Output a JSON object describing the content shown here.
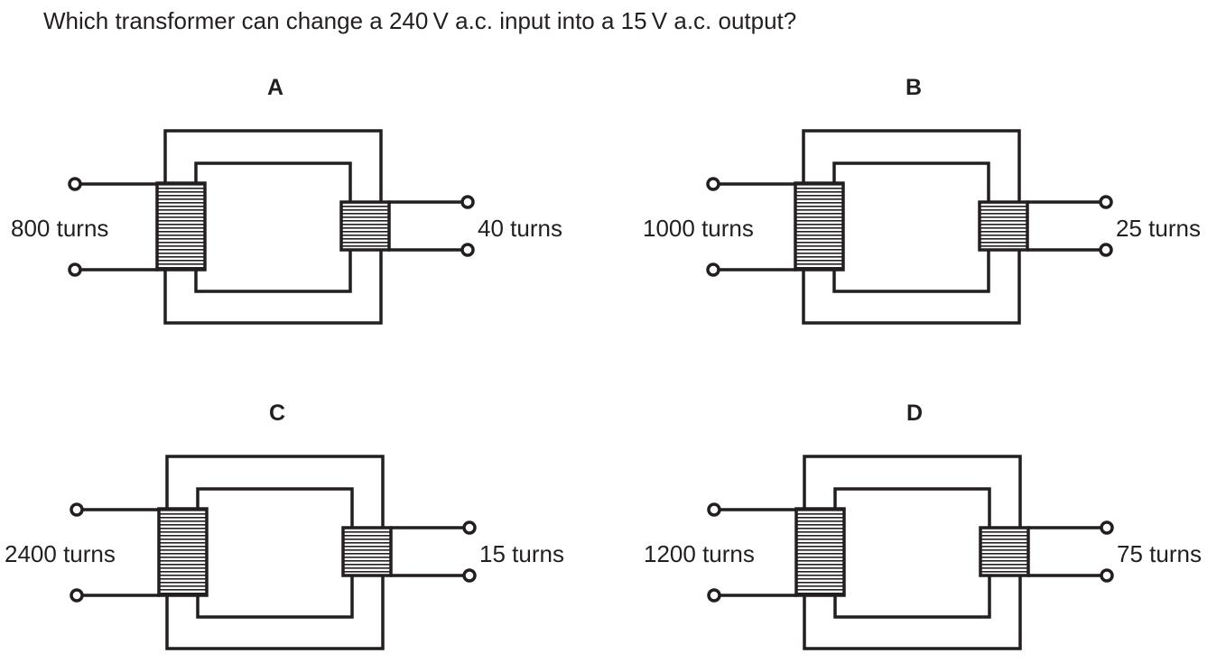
{
  "question": "Which transformer can change a 240 V a.c. input into a 15 V a.c. output?",
  "colors": {
    "ink": "#231f20",
    "background": "#ffffff"
  },
  "transformers": [
    {
      "label": "A",
      "primary_label": "800 turns",
      "secondary_label": "40 turns",
      "primary_turns": 800,
      "secondary_turns": 40
    },
    {
      "label": "B",
      "primary_label": "1000 turns",
      "secondary_label": "25 turns",
      "primary_turns": 1000,
      "secondary_turns": 25
    },
    {
      "label": "C",
      "primary_label": "2400 turns",
      "secondary_label": "15 turns",
      "primary_turns": 2400,
      "secondary_turns": 15
    },
    {
      "label": "D",
      "primary_label": "1200 turns",
      "secondary_label": "75 turns",
      "primary_turns": 1200,
      "secondary_turns": 75
    }
  ]
}
